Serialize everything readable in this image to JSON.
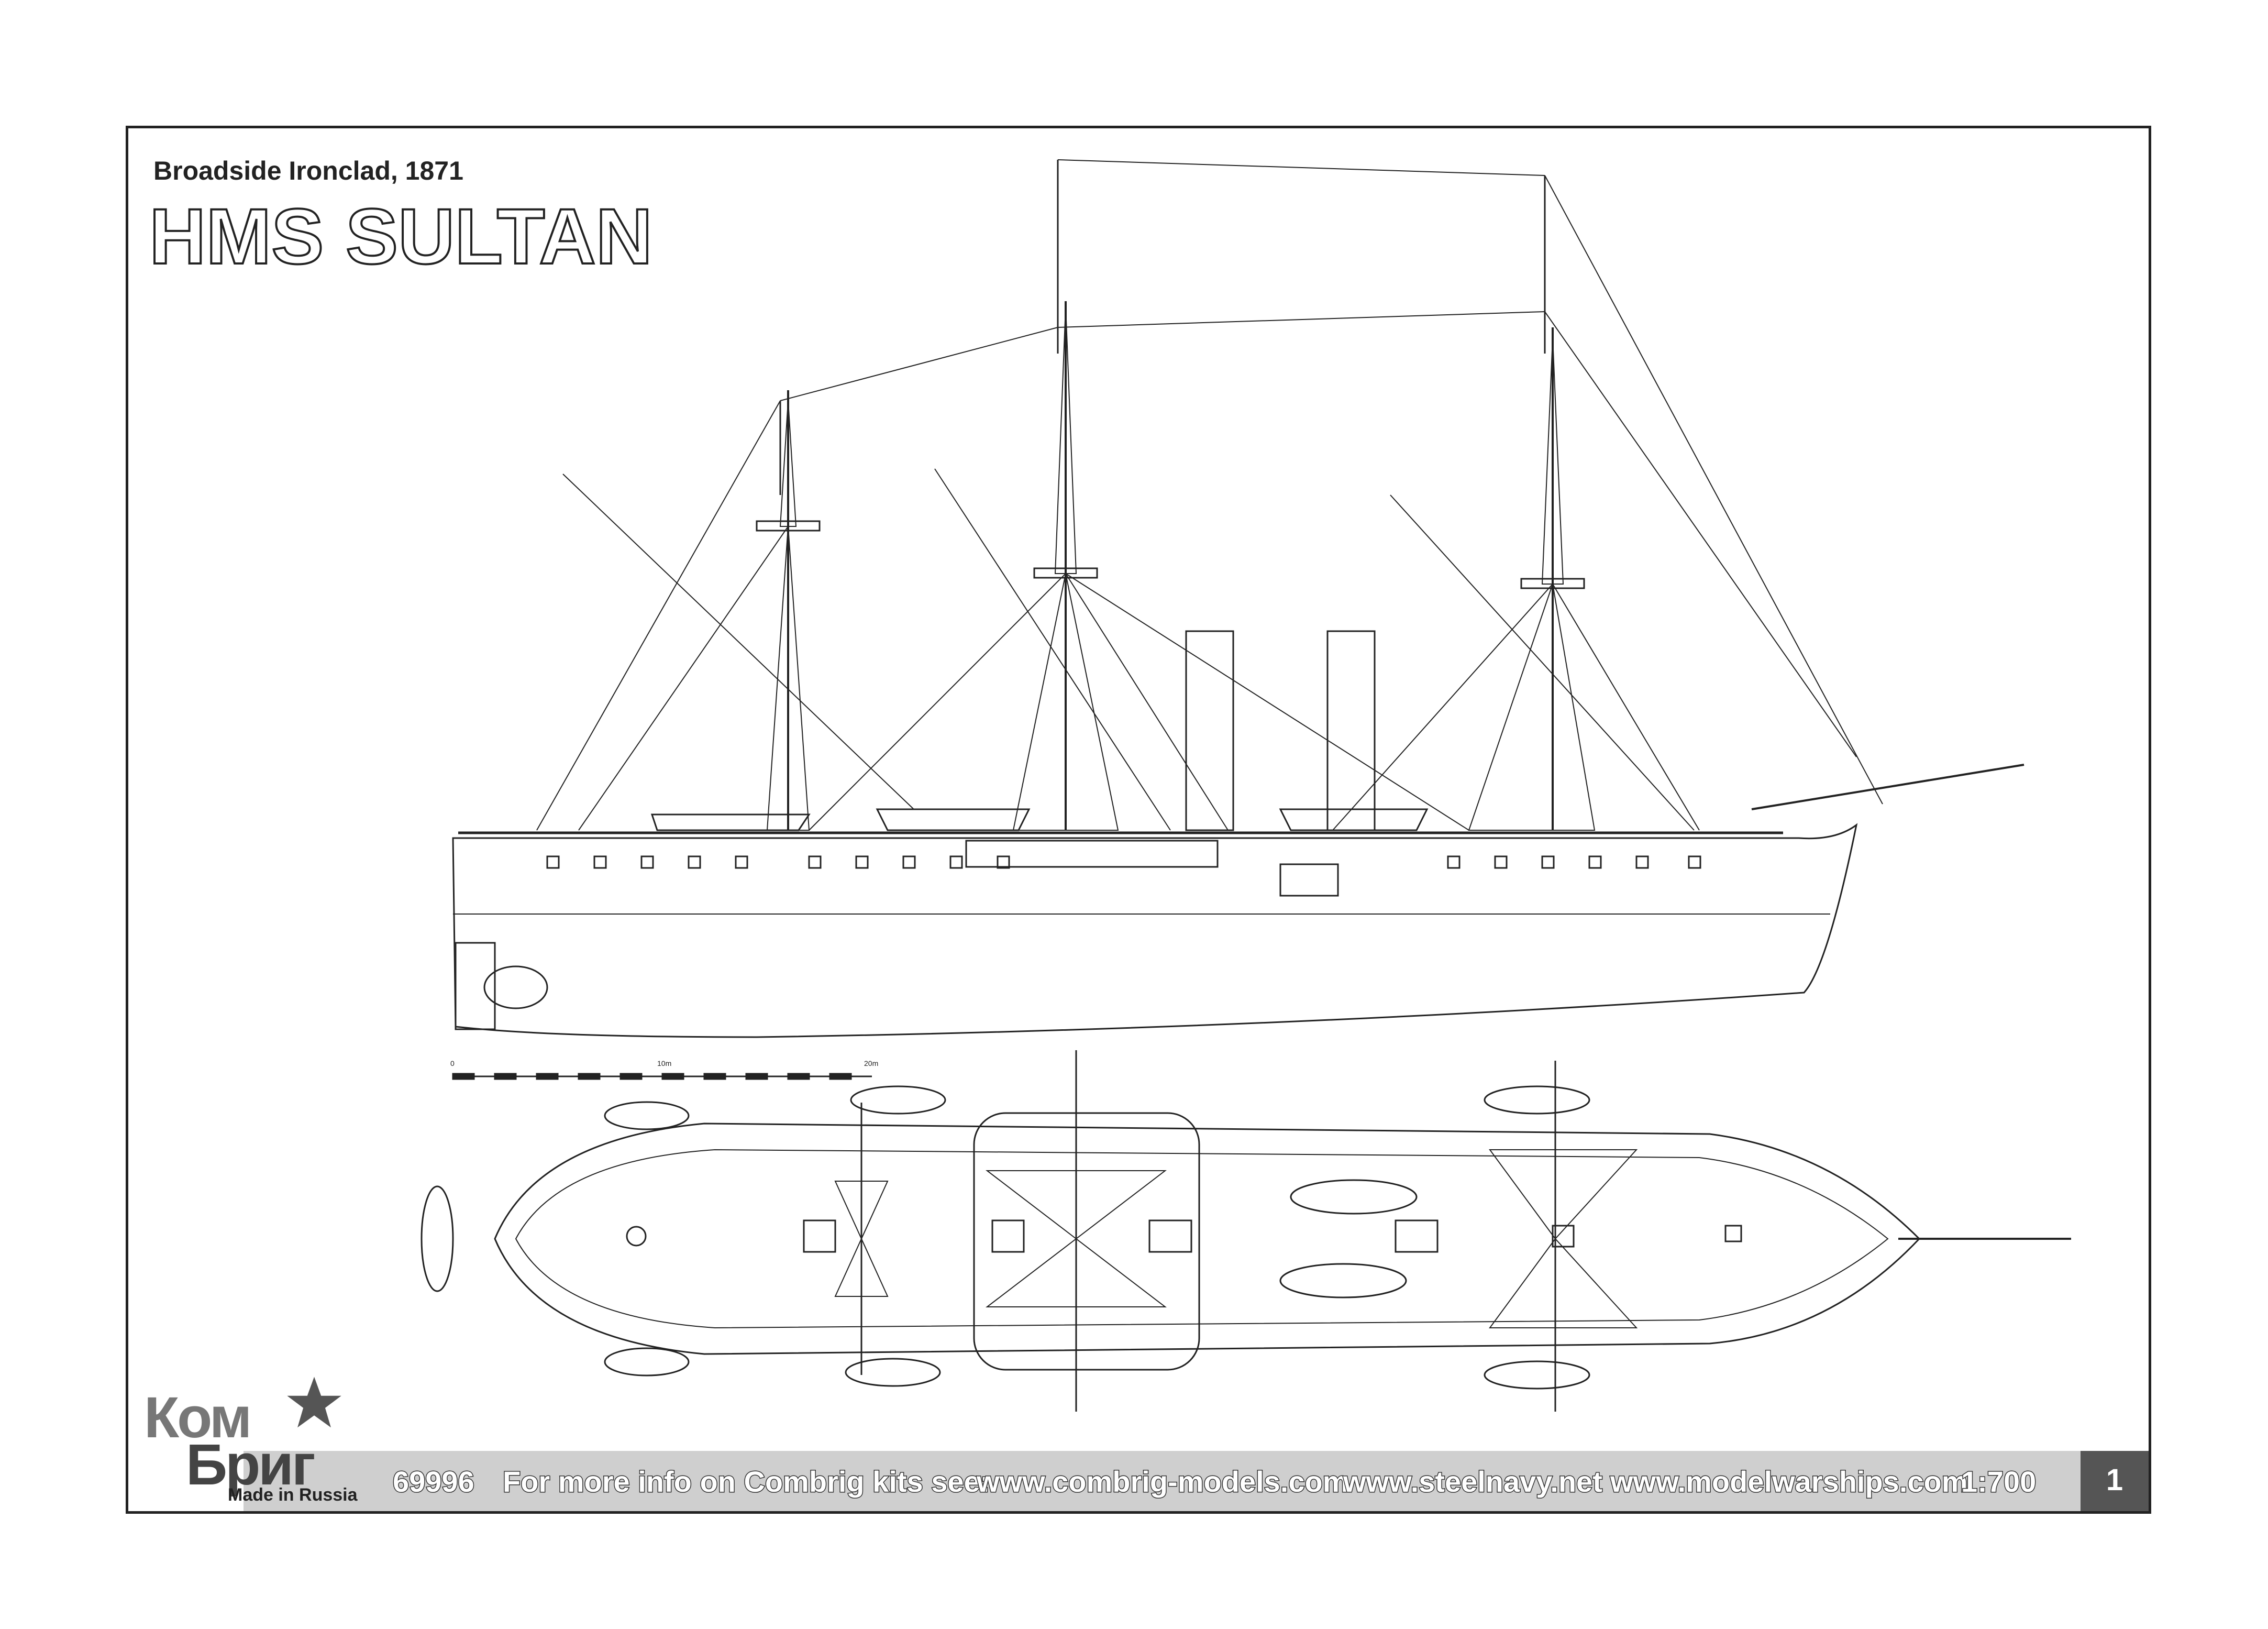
{
  "header": {
    "subtitle": "Broadside Ironclad, 1871",
    "title": "HMS SULTAN"
  },
  "scale_bar": {
    "labels": [
      "0",
      "10m",
      "20m"
    ]
  },
  "logo": {
    "top_text": "Ком",
    "bottom_text": "Бриг",
    "made_in": "Made in Russia"
  },
  "footer": {
    "kit_number": "69996",
    "info_text": "For more info on Combrig kits see:",
    "link_1": "www.combrig-models.com",
    "link_2": "www.steelnavy.net",
    "link_3": "www.modelwarships.com",
    "scale": "1:700",
    "page_number": "1"
  },
  "colors": {
    "line": "#222222",
    "footer_band": "#cfcfcf",
    "page_box": "#555555"
  }
}
